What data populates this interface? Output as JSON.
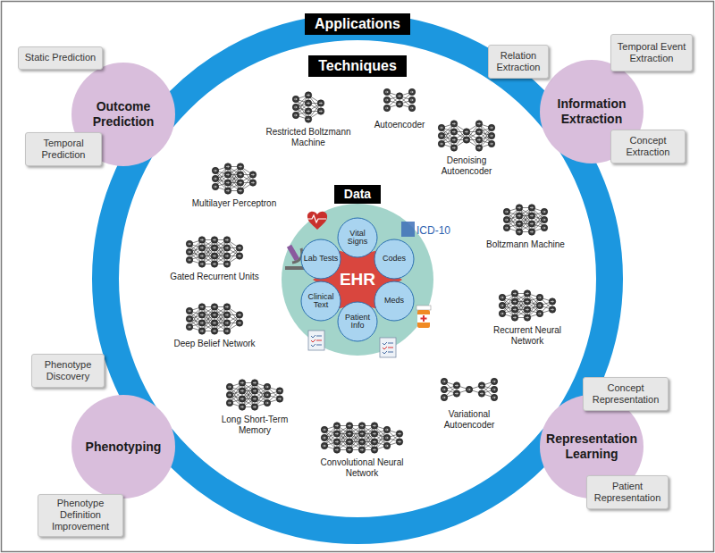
{
  "diagram": {
    "nodes": [
      {
        "text": [
          "Applications"
        ]
      },
      {
        "text": [
          "Techniques"
        ],
        "in": 0
      },
      {
        "text": [
          "Restricted Boltzmann Machine"
        ],
        "in": 1
      },
      {
        "text": [
          "Autoencoder"
        ],
        "in": 1
      },
      {
        "text": [
          "Denoising Autoencoder"
        ],
        "in": 1
      },
      {
        "text": [
          "Boltzmann Machine"
        ],
        "in": 1
      },
      {
        "text": [
          "Recurrent Neural Network"
        ],
        "in": 1
      },
      {
        "text": [
          "Variational Autoencoder"
        ],
        "in": 1
      },
      {
        "text": [
          "Convolutional Neural Network"
        ],
        "in": 1
      },
      {
        "text": [
          "Long Short-Term Memory"
        ],
        "in": 1
      },
      {
        "text": [
          "Deep Belief Network"
        ],
        "in": 1
      },
      {
        "text": [
          "Gated Recurrent Units"
        ],
        "in": 1
      },
      {
        "text": [
          "Multilayer Perceptron"
        ],
        "in": 1
      },
      {
        "text": [
          "Data"
        ],
        "in": 1
      },
      {
        "text": [
          "EHR"
        ],
        "in": 13
      },
      {
        "text": [
          "Vital Signs"
        ],
        "in": 14
      },
      {
        "text": [
          "Codes"
        ],
        "in": 14
      },
      {
        "text": [
          "Meds"
        ],
        "in": 14
      },
      {
        "text": [
          "Patient Info"
        ],
        "in": 14
      },
      {
        "text": [
          "Clinical Text"
        ],
        "in": 14
      },
      {
        "text": [
          "Lab Tests"
        ],
        "in": 14
      },
      {
        "text": [
          "Outcome Prediction"
        ]
      },
      {
        "text": [
          "Static Prediction"
        ]
      },
      {
        "text": [
          "Temporal Prediction"
        ]
      },
      {
        "text": [
          "Information Extraction"
        ]
      },
      {
        "text": [
          "Relation Extraction"
        ]
      },
      {
        "text": [
          "Temporal Event Extraction"
        ]
      },
      {
        "text": [
          "Concept Extraction"
        ]
      },
      {
        "text": [
          "Phenotyping"
        ]
      },
      {
        "text": [
          "Phenotype Discovery"
        ]
      },
      {
        "text": [
          "Phenotype Definition Improvement"
        ]
      },
      {
        "text": [
          "Representation Learning"
        ]
      },
      {
        "text": [
          "Concept Representation"
        ]
      },
      {
        "text": [
          "Patient Representation"
        ]
      }
    ],
    "labels": [
      "ICD-10"
    ]
  }
}
